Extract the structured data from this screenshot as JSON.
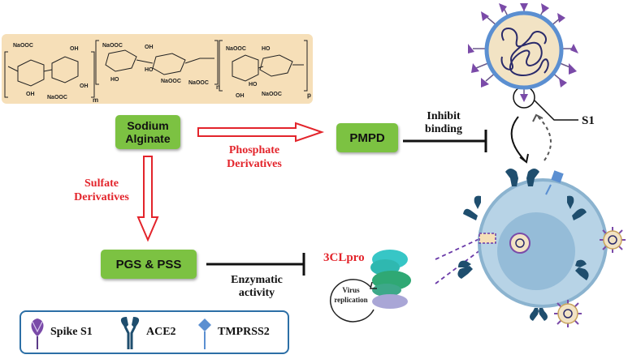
{
  "chem": {
    "groups": [
      "NaOOC",
      "OH",
      "NaOOC",
      "OH",
      "NaOOC",
      "HO",
      "HO",
      "NaOOC",
      "OH",
      "OH",
      "NaOOC",
      "HO",
      "NaOOC",
      "HO",
      "OH",
      "NaOOC"
    ],
    "sub_m": "m",
    "sub_n": "n",
    "sub_p": "p"
  },
  "boxes": {
    "sodium_alginate": "Sodium Alginate",
    "pmpd": "PMPD",
    "pgs_pss": "PGS & PSS"
  },
  "labels": {
    "phosphate": "Phosphate Derivatives",
    "sulfate": "Sulfate Derivatives",
    "inhibit": "Inhibit binding",
    "enzymatic": "Enzymatic activity",
    "s1": "S1",
    "protease": "3CLpro",
    "virus_replication": "Virus replication"
  },
  "legend": {
    "spike": "Spike S1",
    "ace2": "ACE2",
    "tmprss2": "TMPRSS2"
  },
  "colors": {
    "green_box": "#7cc242",
    "red_text": "#e3242b",
    "chem_panel": "#f6dfb8",
    "legend_border": "#2c6fa6",
    "spike": "#7a4aa8",
    "ace2": "#1f4e6e",
    "tmprss2": "#5b8fd1",
    "cell": "#b7d3e6",
    "virus_body": "#f2e3c4"
  }
}
